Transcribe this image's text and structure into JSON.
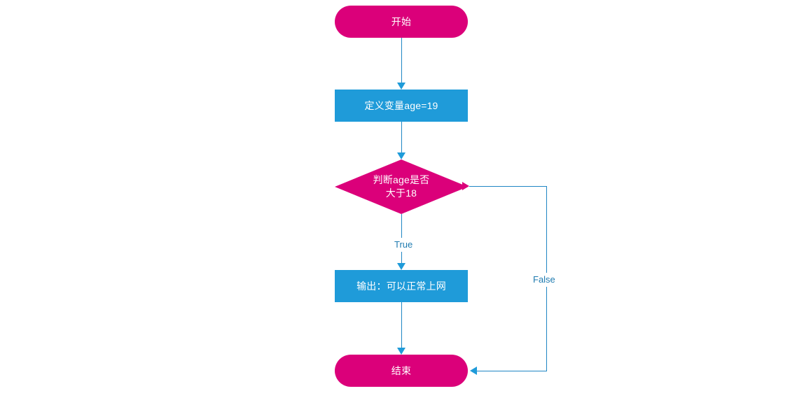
{
  "diagram": {
    "type": "flowchart",
    "title": "age judgement flowchart",
    "orientation": "top-to-bottom",
    "colors": {
      "terminal_fill": "#db007a",
      "process_fill": "#1f9bd9",
      "connector": "#1f86c4",
      "arrowhead": "#1f9bd9",
      "label_text": "#1f7bb0",
      "node_text": "#ffffff",
      "background": "#ffffff"
    },
    "nodes": [
      {
        "id": "start",
        "shape": "terminal",
        "label": "开始"
      },
      {
        "id": "define",
        "shape": "process",
        "label": "定义变量age=19"
      },
      {
        "id": "decision",
        "shape": "decision",
        "label": "判断age是否\n大于18"
      },
      {
        "id": "output",
        "shape": "process",
        "label": "输出：可以正常上网"
      },
      {
        "id": "end",
        "shape": "terminal",
        "label": "结束"
      }
    ],
    "edges": [
      {
        "from": "start",
        "to": "define",
        "label": ""
      },
      {
        "from": "define",
        "to": "decision",
        "label": ""
      },
      {
        "from": "decision",
        "to": "output",
        "label": "True"
      },
      {
        "from": "output",
        "to": "end",
        "label": ""
      },
      {
        "from": "decision",
        "to": "end",
        "label": "False"
      }
    ]
  }
}
